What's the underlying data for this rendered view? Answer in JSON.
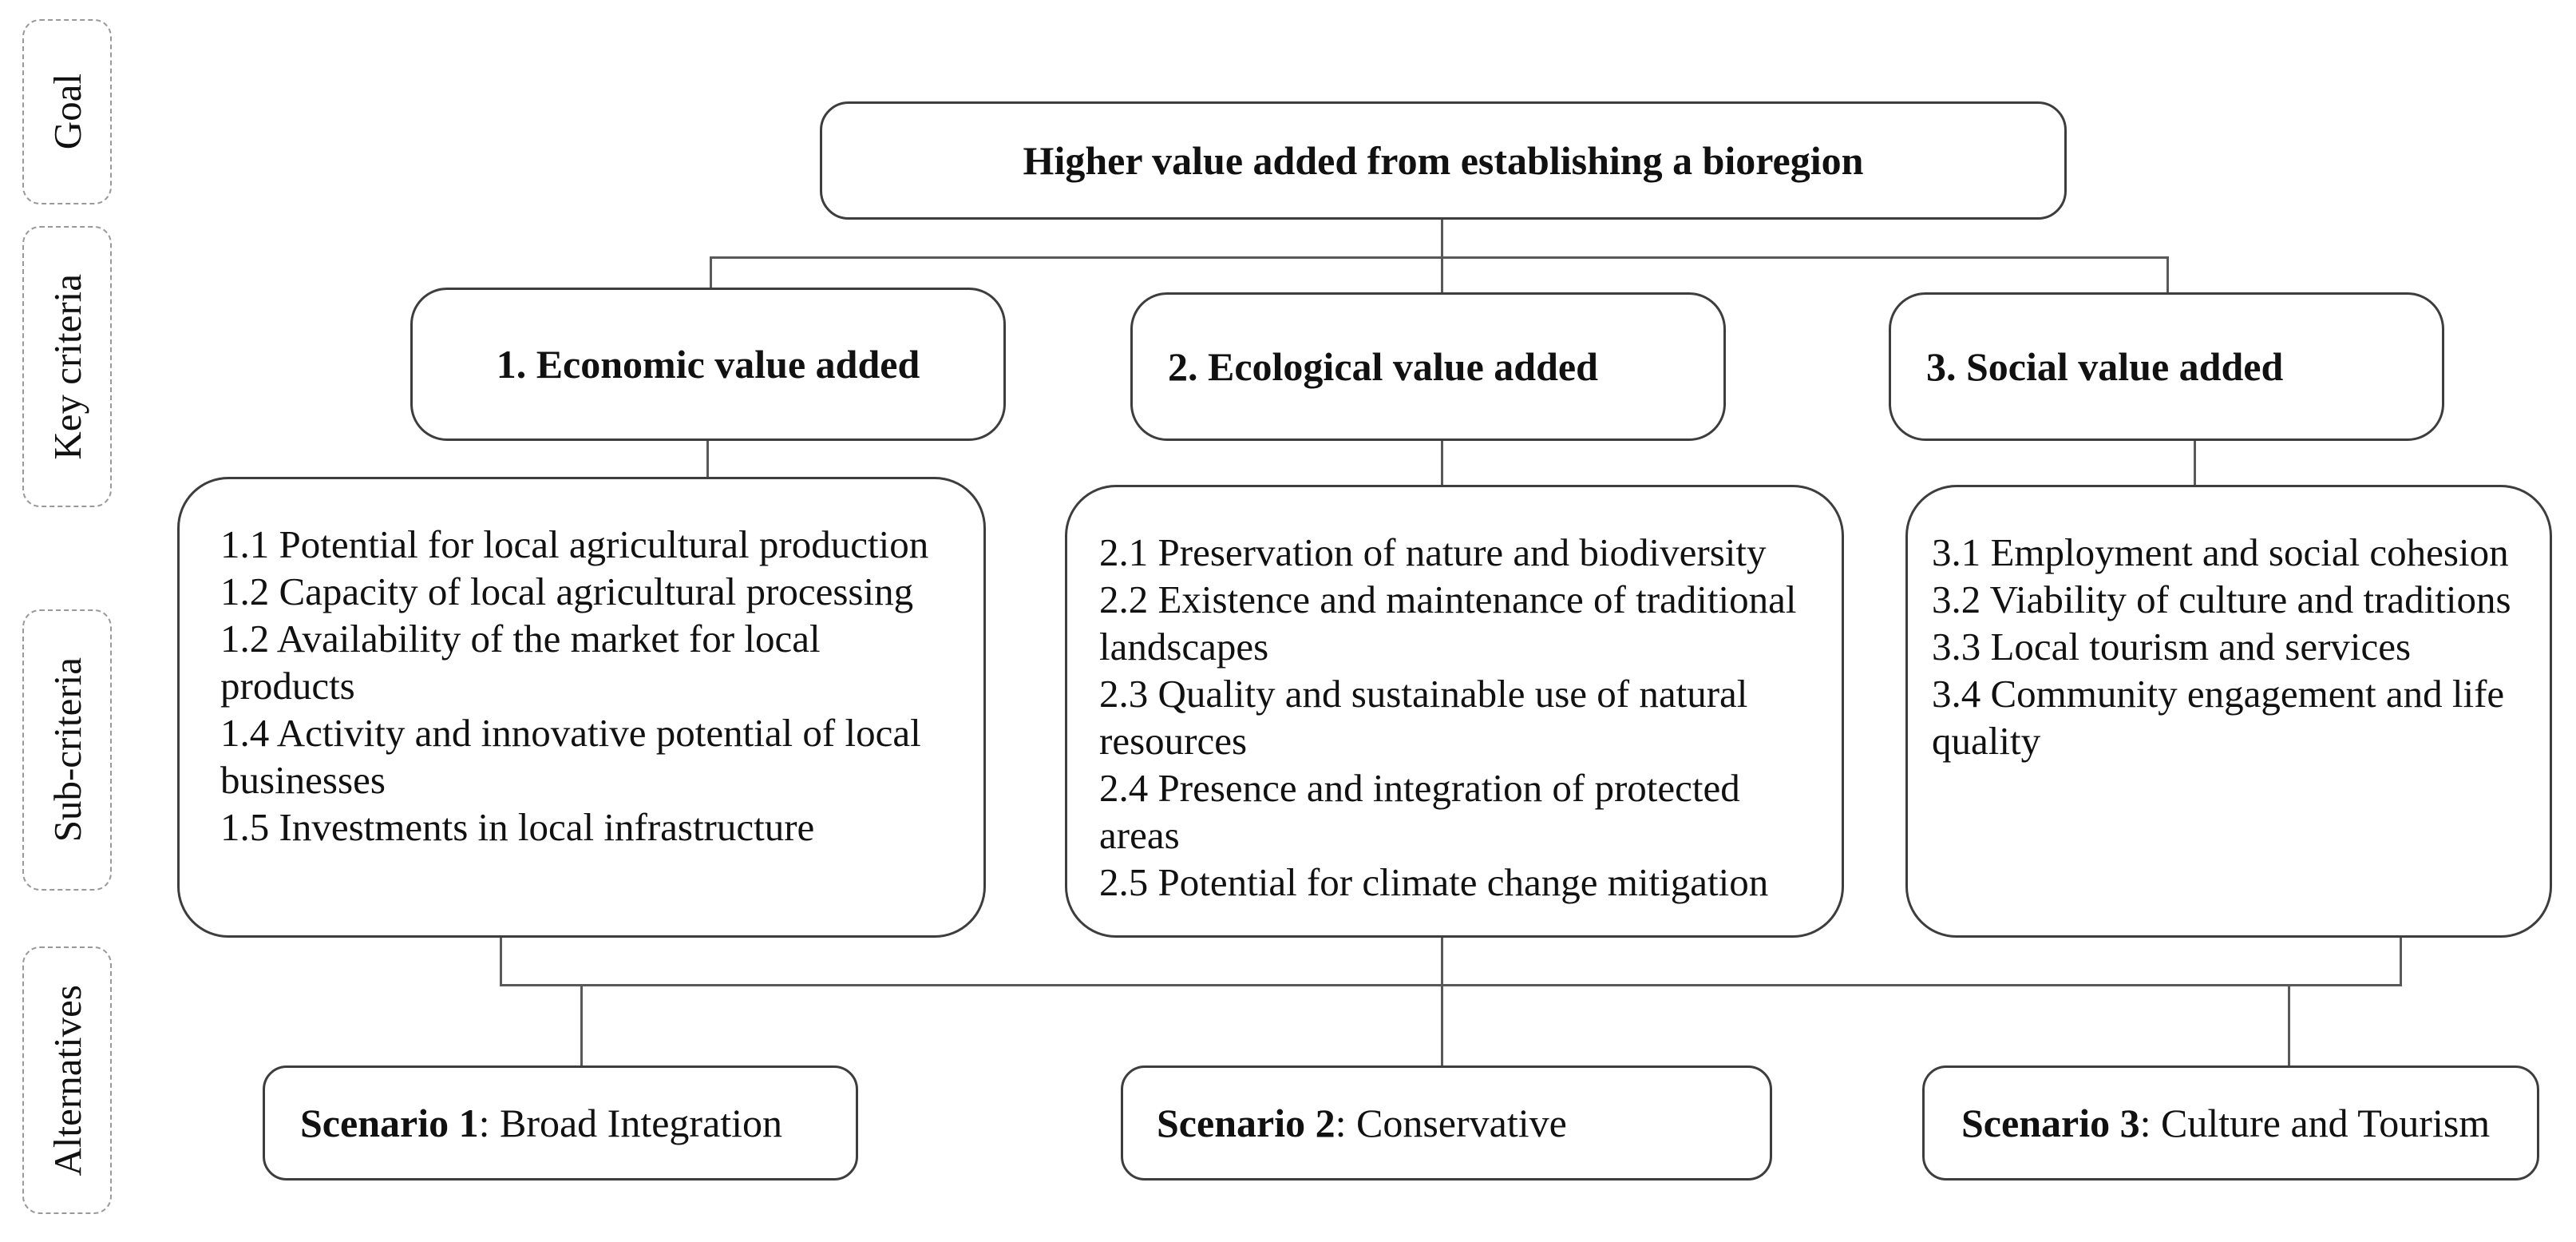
{
  "row_labels": [
    {
      "label": "Goal"
    },
    {
      "label": "Key criteria"
    },
    {
      "label": "Sub-criteria"
    },
    {
      "label": "Alternatives"
    }
  ],
  "goal": {
    "title": "Higher value added from establishing a bioregion"
  },
  "criteria": [
    {
      "title": "1. Economic value added",
      "sub_criteria": [
        "1.1 Potential for local agricultural production",
        "1.2 Capacity of local agricultural processing",
        "1.2 Availability of the market for local products",
        "1.4 Activity and innovative potential of local businesses",
        "1.5 Investments in local infrastructure"
      ]
    },
    {
      "title": "2. Ecological value added",
      "sub_criteria": [
        "2.1 Preservation of nature and biodiversity",
        "2.2 Existence and maintenance of traditional landscapes",
        "2.3 Quality and sustainable use of natural resources",
        "2.4 Presence and integration of protected areas",
        "2.5 Potential for climate change mitigation"
      ]
    },
    {
      "title": "3. Social value added",
      "sub_criteria": [
        "3.1 Employment and social cohesion",
        "3.2 Viability of culture and traditions",
        "3.3 Local tourism and services",
        "3.4 Community engagement and life quality"
      ]
    }
  ],
  "alternatives": [
    {
      "prefix": "Scenario 1",
      "suffix": ": Broad Integration"
    },
    {
      "prefix": "Scenario 2",
      "suffix": ": Conservative"
    },
    {
      "prefix": "Scenario 3",
      "suffix": ": Culture and Tourism"
    }
  ],
  "colors": {
    "box_border": "#3d3d3d",
    "connector": "#595959",
    "label_border": "#999999",
    "text": "#111111",
    "background": "#ffffff"
  }
}
